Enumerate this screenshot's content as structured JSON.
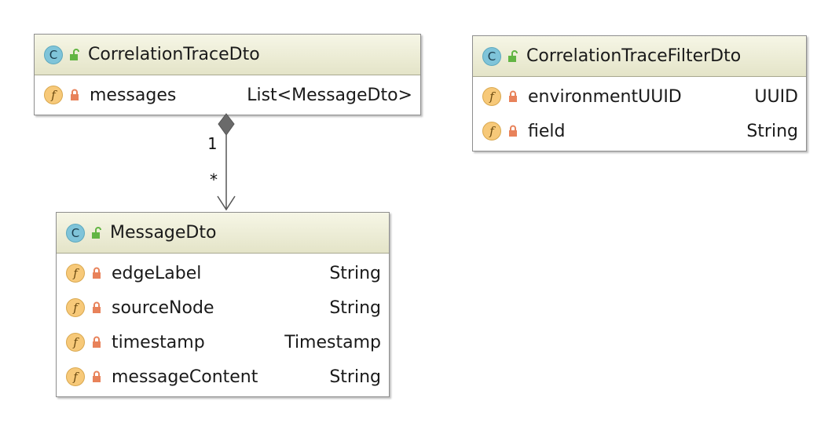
{
  "classes": [
    {
      "name": "CorrelationTraceDto",
      "fields": [
        {
          "name": "messages",
          "type": "List<MessageDto>"
        }
      ]
    },
    {
      "name": "CorrelationTraceFilterDto",
      "fields": [
        {
          "name": "environmentUUID",
          "type": "UUID"
        },
        {
          "name": "field",
          "type": "String"
        }
      ]
    },
    {
      "name": "MessageDto",
      "fields": [
        {
          "name": "edgeLabel",
          "type": "String"
        },
        {
          "name": "sourceNode",
          "type": "String"
        },
        {
          "name": "timestamp",
          "type": "Timestamp"
        },
        {
          "name": "messageContent",
          "type": "String"
        }
      ]
    }
  ],
  "relation": {
    "type": "composition",
    "from": "CorrelationTraceDto",
    "to": "MessageDto",
    "source_multiplicity": "1",
    "target_multiplicity": "*"
  },
  "icons": {
    "class_badge": "C",
    "field_badge": "f"
  },
  "colors": {
    "header_top": "#f6f6e6",
    "header_bottom": "#e4e4c8",
    "class_badge": "#7fc4d9",
    "field_badge": "#f7c979",
    "public_lock": "#62b543",
    "private_lock": "#e8825a",
    "border": "#8e8e8e"
  }
}
